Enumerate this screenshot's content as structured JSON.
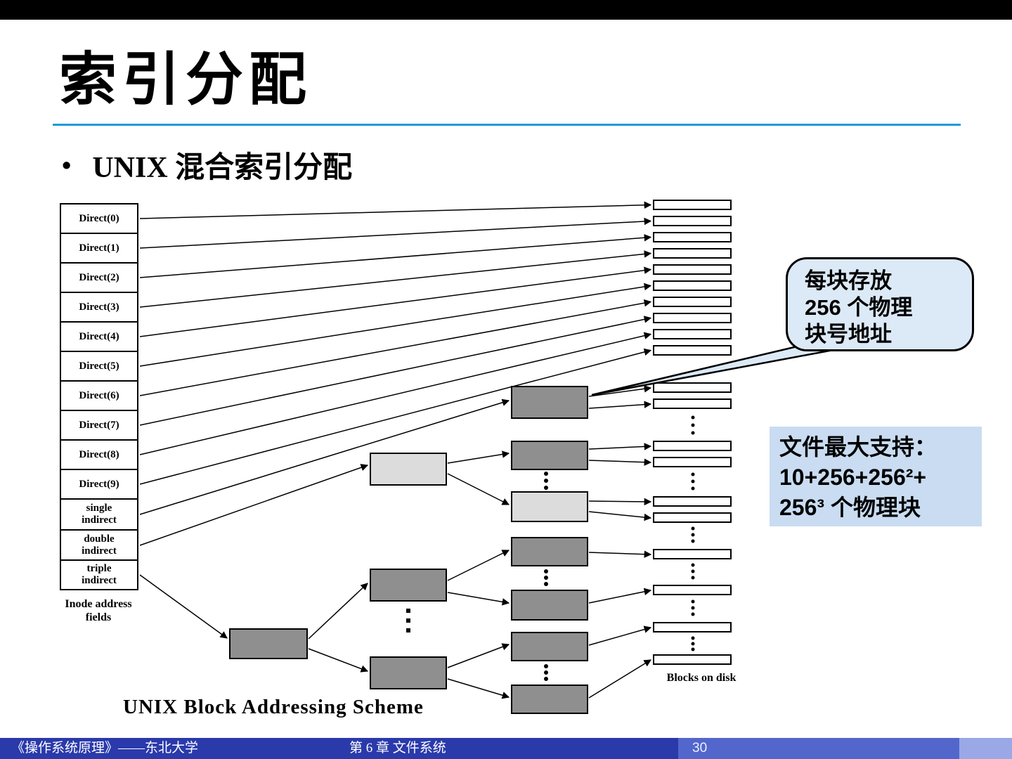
{
  "slide": {
    "title": "索引分配",
    "bullet_marker": "•",
    "bullet": "UNIX 混合索引分配"
  },
  "diagram": {
    "inode_fields": [
      "Direct(0)",
      "Direct(1)",
      "Direct(2)",
      "Direct(3)",
      "Direct(4)",
      "Direct(5)",
      "Direct(6)",
      "Direct(7)",
      "Direct(8)",
      "Direct(9)",
      "single\nindirect",
      "double\nindirect",
      "triple\nindirect"
    ],
    "inode_label": "Inode address\nfields",
    "blocks_label": "Blocks on disk",
    "caption": "UNIX Block Addressing Scheme"
  },
  "callout": {
    "text": "每块存放\n256 个物理\n块号地址"
  },
  "note": {
    "text": "文件最大支持：\n10+256+256²+\n256³ 个物理块"
  },
  "footer": {
    "course": "《操作系统原理》——东北大学",
    "chapter": "第 6 章  文件系统",
    "page": "30"
  },
  "colors": {
    "title_rule": "#1B9BD8",
    "callout_bg": "#DCE9F6",
    "note_bg": "#C9DCF2",
    "footer_bg": "#2A3AAB",
    "footer_page_bg": "#5266CC",
    "index_block_dark": "#8F8F8F",
    "index_block_light": "#DCDCDC"
  }
}
